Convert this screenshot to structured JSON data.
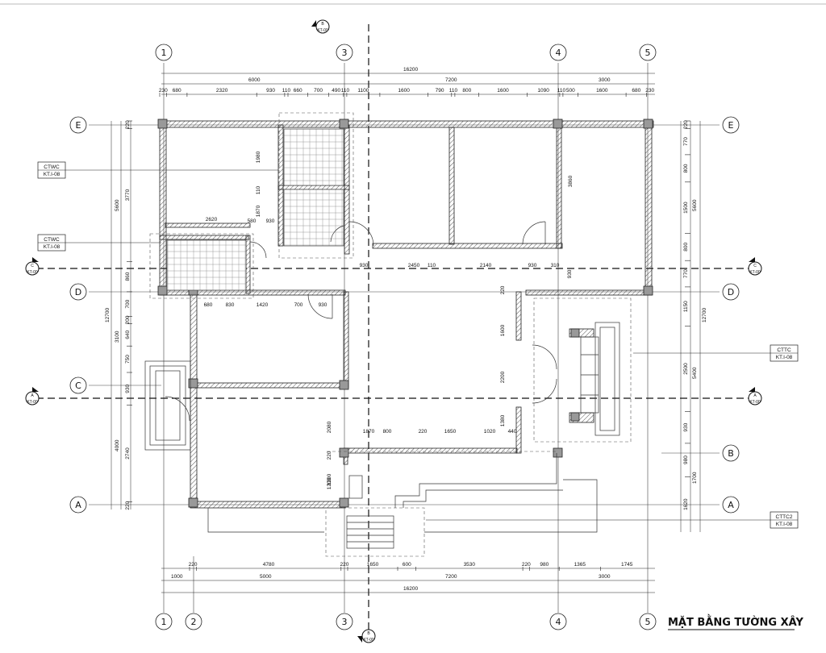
{
  "drawing_title": "MẶT BẰNG TƯỜNG XÂY",
  "grid_columns": [
    "1",
    "2",
    "3",
    "4",
    "5"
  ],
  "grid_rows": [
    "E",
    "D",
    "C",
    "B",
    "A"
  ],
  "section_markers": {
    "B": {
      "label": "B",
      "ref": "KT-00"
    },
    "C": {
      "label": "C",
      "ref": "KT-00"
    },
    "A": {
      "label": "A",
      "ref": "KT-00"
    }
  },
  "detail_tags": [
    {
      "code": "CTWC",
      "ref": "KT.I-08"
    },
    {
      "code": "CTWC",
      "ref": "KT.I-08"
    },
    {
      "code": "CTTC",
      "ref": "KT.I-08"
    },
    {
      "code": "CTTC2",
      "ref": "KT.I-08"
    }
  ],
  "dims_top": {
    "overall": "16200",
    "bays": [
      "6000",
      "7200",
      "3000"
    ],
    "segments": [
      "230",
      "680",
      "2320",
      "930",
      "110",
      "660",
      "700",
      "490",
      "110",
      "1100",
      "1600",
      "790",
      "110",
      "800",
      "1600",
      "1090",
      "110",
      "500",
      "1600",
      "680",
      "230"
    ]
  },
  "dims_bottom": {
    "overall": "16200",
    "bays": [
      "1000",
      "5000",
      "7200",
      "3000"
    ],
    "segments": [
      "220",
      "4780",
      "220",
      "1650",
      "600",
      "3530",
      "220",
      "980",
      "1365",
      "1745"
    ]
  },
  "dims_left": {
    "overall": "12700",
    "bays": [
      "5600",
      "3100",
      "4000"
    ],
    "segments": [
      "220",
      "3770",
      "860",
      "700",
      "200",
      "640",
      "750",
      "930",
      "2740",
      "220"
    ]
  },
  "dims_right": {
    "overall": "12700",
    "bays": [
      "5600",
      "5400",
      "1700"
    ],
    "segments": [
      "220",
      "770",
      "800",
      "1500",
      "800",
      "770",
      "1150",
      "2500",
      "930",
      "980",
      "1620"
    ]
  },
  "dims_interior": [
    "1980",
    "110",
    "1870",
    "930",
    "580",
    "2620",
    "3860",
    "930",
    "2450",
    "110",
    "2140",
    "930",
    "310",
    "220",
    "930",
    "680",
    "830",
    "1420",
    "700",
    "930",
    "1600",
    "2200",
    "1380",
    "1870",
    "800",
    "220",
    "1650",
    "1020",
    "440",
    "2080",
    "220",
    "1200",
    "1200"
  ]
}
